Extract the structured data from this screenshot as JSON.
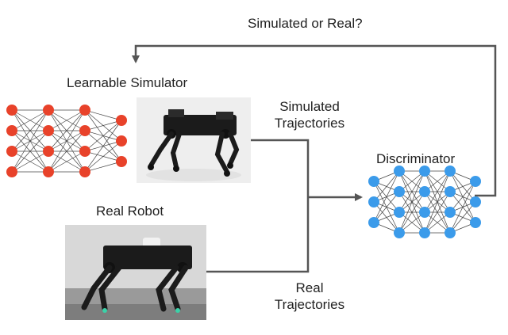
{
  "feedback_label": "Simulated or Real?",
  "simulator": {
    "title": "Learnable Simulator",
    "network_color": "#e8422a",
    "network_layers": [
      4,
      4,
      4,
      3
    ],
    "trajectory_label_line1": "Simulated",
    "trajectory_label_line2": "Trajectories"
  },
  "real_robot": {
    "title": "Real Robot",
    "trajectory_label_line1": "Real",
    "trajectory_label_line2": "Trajectories"
  },
  "discriminator": {
    "title": "Discriminator",
    "network_color": "#3b9bea",
    "network_layers": [
      3,
      4,
      4,
      4,
      3
    ]
  },
  "colors": {
    "line": "#555555",
    "text": "#222222",
    "robot_body": "#1b1b1b",
    "photo_bg_sim": "#eeeeee",
    "photo_bg_real": "#cfcfcf"
  }
}
